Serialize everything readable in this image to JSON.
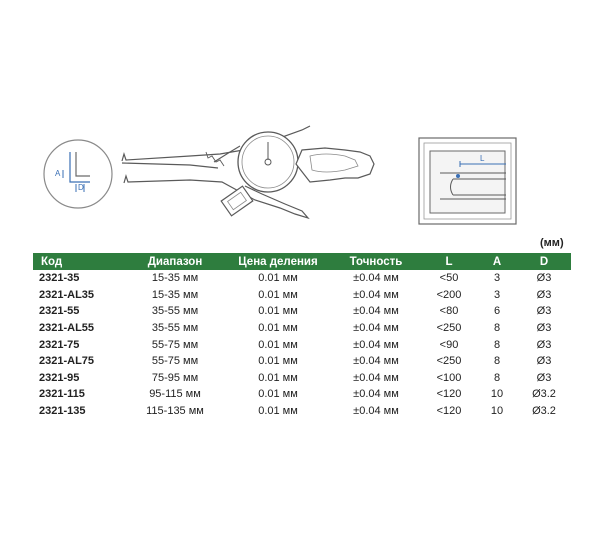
{
  "units": "(мм)",
  "drawing_labels": {
    "a": "A",
    "d": "D",
    "l": "L"
  },
  "table": {
    "headers": [
      "Код",
      "Диапазон",
      "Цена деления",
      "Точность",
      "L",
      "A",
      "D"
    ],
    "rows": [
      [
        "2321-35",
        "15-35 мм",
        "0.01 мм",
        "±0.04 мм",
        "<50",
        "3",
        "Ø3"
      ],
      [
        "2321-AL35",
        "15-35 мм",
        "0.01 мм",
        "±0.04 мм",
        "<200",
        "3",
        "Ø3"
      ],
      [
        "2321-55",
        "35-55 мм",
        "0.01 мм",
        "±0.04 мм",
        "<80",
        "6",
        "Ø3"
      ],
      [
        "2321-AL55",
        "35-55 мм",
        "0.01 мм",
        "±0.04 мм",
        "<250",
        "8",
        "Ø3"
      ],
      [
        "2321-75",
        "55-75 мм",
        "0.01 мм",
        "±0.04 мм",
        "<90",
        "8",
        "Ø3"
      ],
      [
        "2321-AL75",
        "55-75 мм",
        "0.01 мм",
        "±0.04 мм",
        "<250",
        "8",
        "Ø3"
      ],
      [
        "2321-95",
        "75-95 мм",
        "0.01 мм",
        "±0.04 мм",
        "<100",
        "8",
        "Ø3"
      ],
      [
        "2321-115",
        "95-115 мм",
        "0.01 мм",
        "±0.04 мм",
        "<120",
        "10",
        "Ø3.2"
      ],
      [
        "2321-135",
        "115-135 мм",
        "0.01 мм",
        "±0.04 мм",
        "<120",
        "10",
        "Ø3.2"
      ]
    ]
  },
  "colors": {
    "header_bg": "#2e7d3e",
    "header_text": "#ffffff",
    "line": "#5a5a5a",
    "accent": "#3a6fb5"
  }
}
